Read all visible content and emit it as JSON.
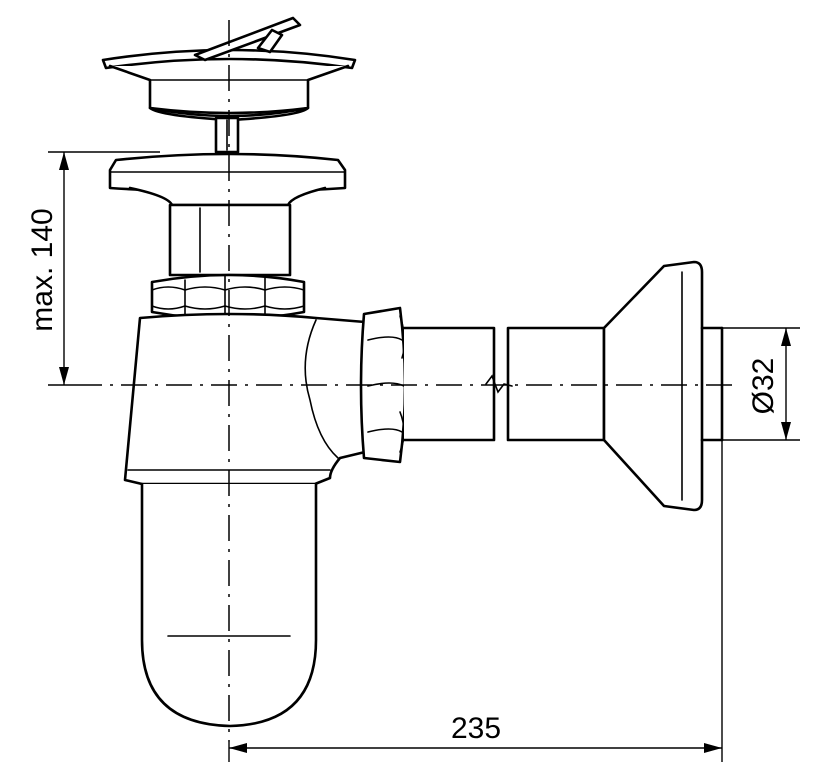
{
  "colors": {
    "line": "#000000",
    "background": "#ffffff"
  },
  "dimensions": {
    "height_label": "max. 140",
    "diameter_label": "Ø32",
    "length_label": "235"
  }
}
